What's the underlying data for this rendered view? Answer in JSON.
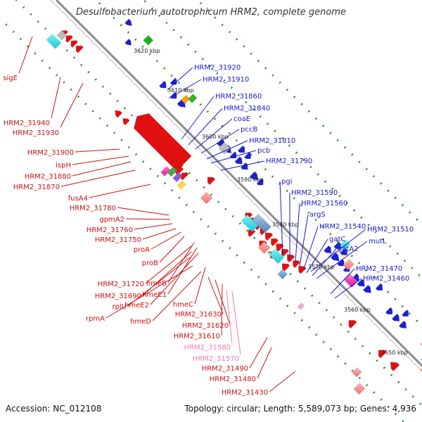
{
  "title": "Desulfobacterium autotrophicum HRM2, complete genome",
  "footer": {
    "accession": "Accession: NC_012108",
    "topology": "Topology: circular; Length: 5,589,073 bp; Genes: 4,936"
  },
  "colors": {
    "backbone": "#8a8a8a",
    "forward_genes": "#1f1fd6",
    "reverse_genes": "#e01010",
    "label_forward": "#1a1acc",
    "label_reverse": "#cc1111",
    "label_pseudo": "#e77fb5",
    "ticks": "#228b22",
    "kbp_text": "#222222"
  },
  "scale_labels": [
    "3620 kbp",
    "3610 kbp",
    "3600 kbp",
    "3590 kbp",
    "3580 kbp",
    "3570 kbp",
    "3560 kbp",
    "3550 kbp"
  ],
  "labels_forward": [
    "HRM2_31920",
    "HRM2_31910",
    "HRM2_31860",
    "HRM2_31840",
    "coaE",
    "pccB",
    "HRM2_31810",
    "pcb",
    "HRM2_31790",
    "pgi",
    "HRM2_31590",
    "HRM2_31560",
    "argS",
    "HRM2_31540",
    "HRM2_31510",
    "gatC",
    "gatA2",
    "mutL",
    "HRM2_31470",
    "HRM2_31460"
  ],
  "labels_reverse": [
    "sigE",
    "HRM2_31940",
    "HRM2_31930",
    "HRM2_31900",
    "ispH",
    "HRM2_31880",
    "HRM2_31870",
    "fusA4",
    "HRM2_31780",
    "gpmA2",
    "HRM2_31760",
    "HRM2_31750",
    "proA",
    "proB",
    "HRM2_31720",
    "hmeB",
    "HRM2_31690",
    "hmeE1",
    "rplU",
    "hmeE2",
    "rpmA",
    "hmeC",
    "hmeD",
    "HRM2_31630",
    "HRM2_31620",
    "HRM2_31610",
    "HRM2_31490",
    "HRM2_31480",
    "HRM2_31430"
  ],
  "labels_pseudo": [
    "HRM2_31580",
    "HRM2_31570"
  ]
}
